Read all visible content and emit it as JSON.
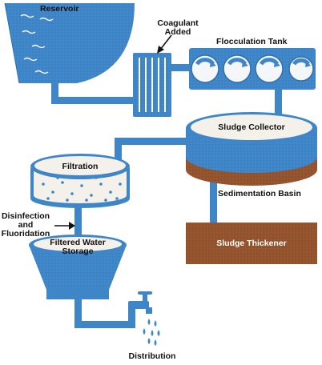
{
  "labels": {
    "reservoir": "Reservoir",
    "coagulant_line1": "Coagulant",
    "coagulant_line2": "Added",
    "flocculation_tank": "Flocculation Tank",
    "sludge_collector": "Sludge Collector",
    "filtration": "Filtration",
    "sedimentation_basin": "Sedimentation Basin",
    "disinfection_line1": "Disinfection",
    "disinfection_line2": "and",
    "disinfection_line3": "Fluoridation",
    "filtered_water_line1": "Filtered Water",
    "filtered_water_line2": "Storage",
    "sludge_thickener": "Sludge Thickener",
    "distribution": "Distribution"
  },
  "colors": {
    "water_blue": "#3f86c9",
    "light_top": "#f3f1ea",
    "sludge_brown": "#8a4a22",
    "thickener_brown": "#94542d",
    "background": "#ffffff"
  }
}
